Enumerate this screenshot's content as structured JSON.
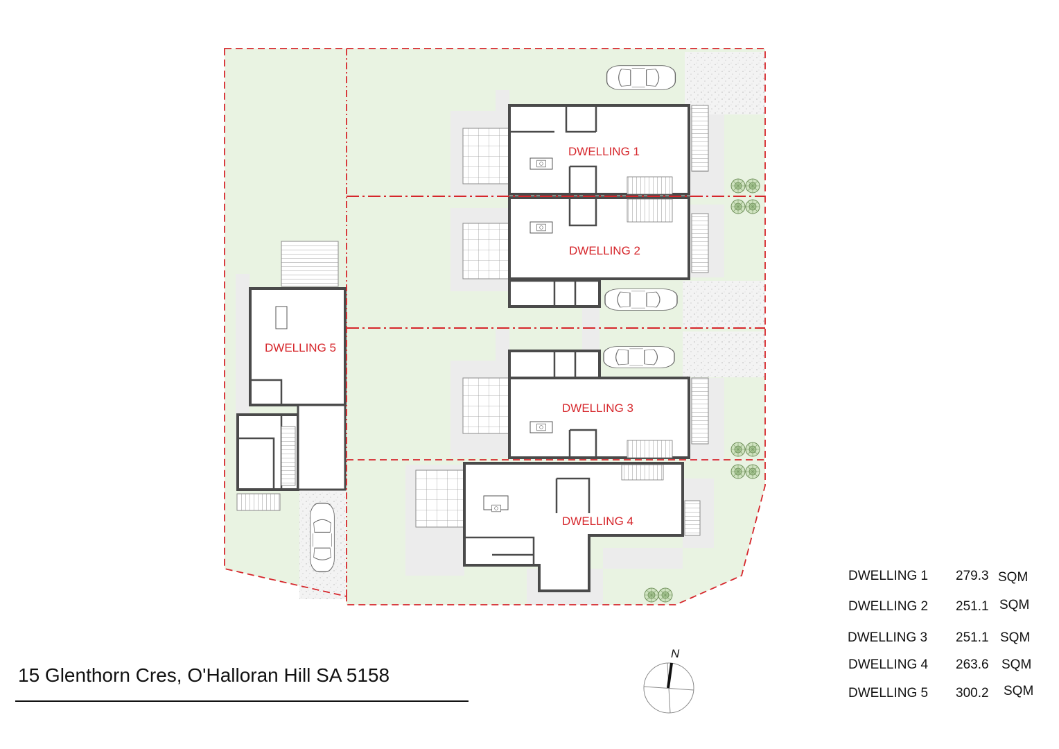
{
  "title": "15 Glenthorn Cres, O'Halloran Hill SA 5158",
  "compass": {
    "north_label": "N"
  },
  "dwelling_labels": [
    "DWELLING 1",
    "DWELLING 2",
    "DWELLING 3",
    "DWELLING 4",
    "DWELLING 5"
  ],
  "area_schedule": [
    {
      "name": "DWELLING 1",
      "area": "279.3",
      "unit": "SQM"
    },
    {
      "name": "DWELLING 2",
      "area": "251.1",
      "unit": "SQM"
    },
    {
      "name": "DWELLING 3",
      "area": "251.1",
      "unit": "SQM"
    },
    {
      "name": "DWELLING 4",
      "area": "263.6",
      "unit": "SQM"
    },
    {
      "name": "DWELLING 5",
      "area": "300.2",
      "unit": "SQM"
    }
  ],
  "colors": {
    "lawn": "#e9f3e2",
    "paving": "#ececec",
    "boundary": "#d6262b",
    "wall": "#4a4a4a",
    "label": "#d6262b"
  }
}
